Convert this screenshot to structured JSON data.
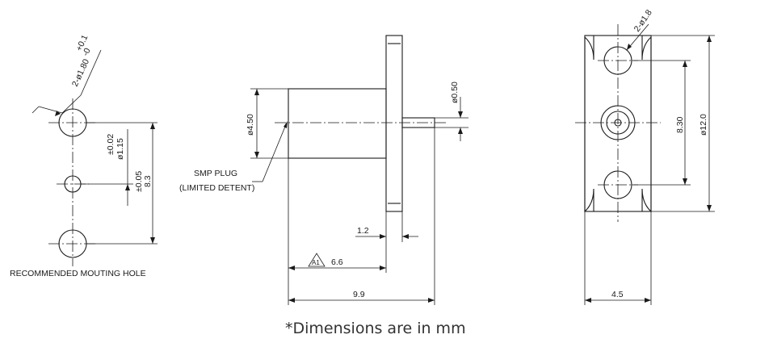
{
  "left_view": {
    "hole_tol_plus": "+0.1",
    "hole_tol_minus": "-0",
    "hole_dim": "2-ø1.80",
    "pin_tol": "±0.02",
    "pin_dim": "ø1.15",
    "pitch_tol": "±0.05",
    "pitch_dim": "8.3",
    "caption": "RECOMMENDED MOUTING HOLE"
  },
  "side_view": {
    "body_dia": "ø4.50",
    "pin_dia": "ø0.50",
    "plug_label_1": "SMP PLUG",
    "plug_label_2": "(LIMITED DETENT)",
    "flange_thk": "1.2",
    "body_len": "6.6",
    "revision_mark": "A1",
    "total_len": "9.9"
  },
  "front_view": {
    "hole_dim": "2-ø1.8",
    "pitch": "8.30",
    "height": "ø12.0",
    "width": "4.5"
  },
  "footer": {
    "note": "*Dimensions are in mm"
  }
}
